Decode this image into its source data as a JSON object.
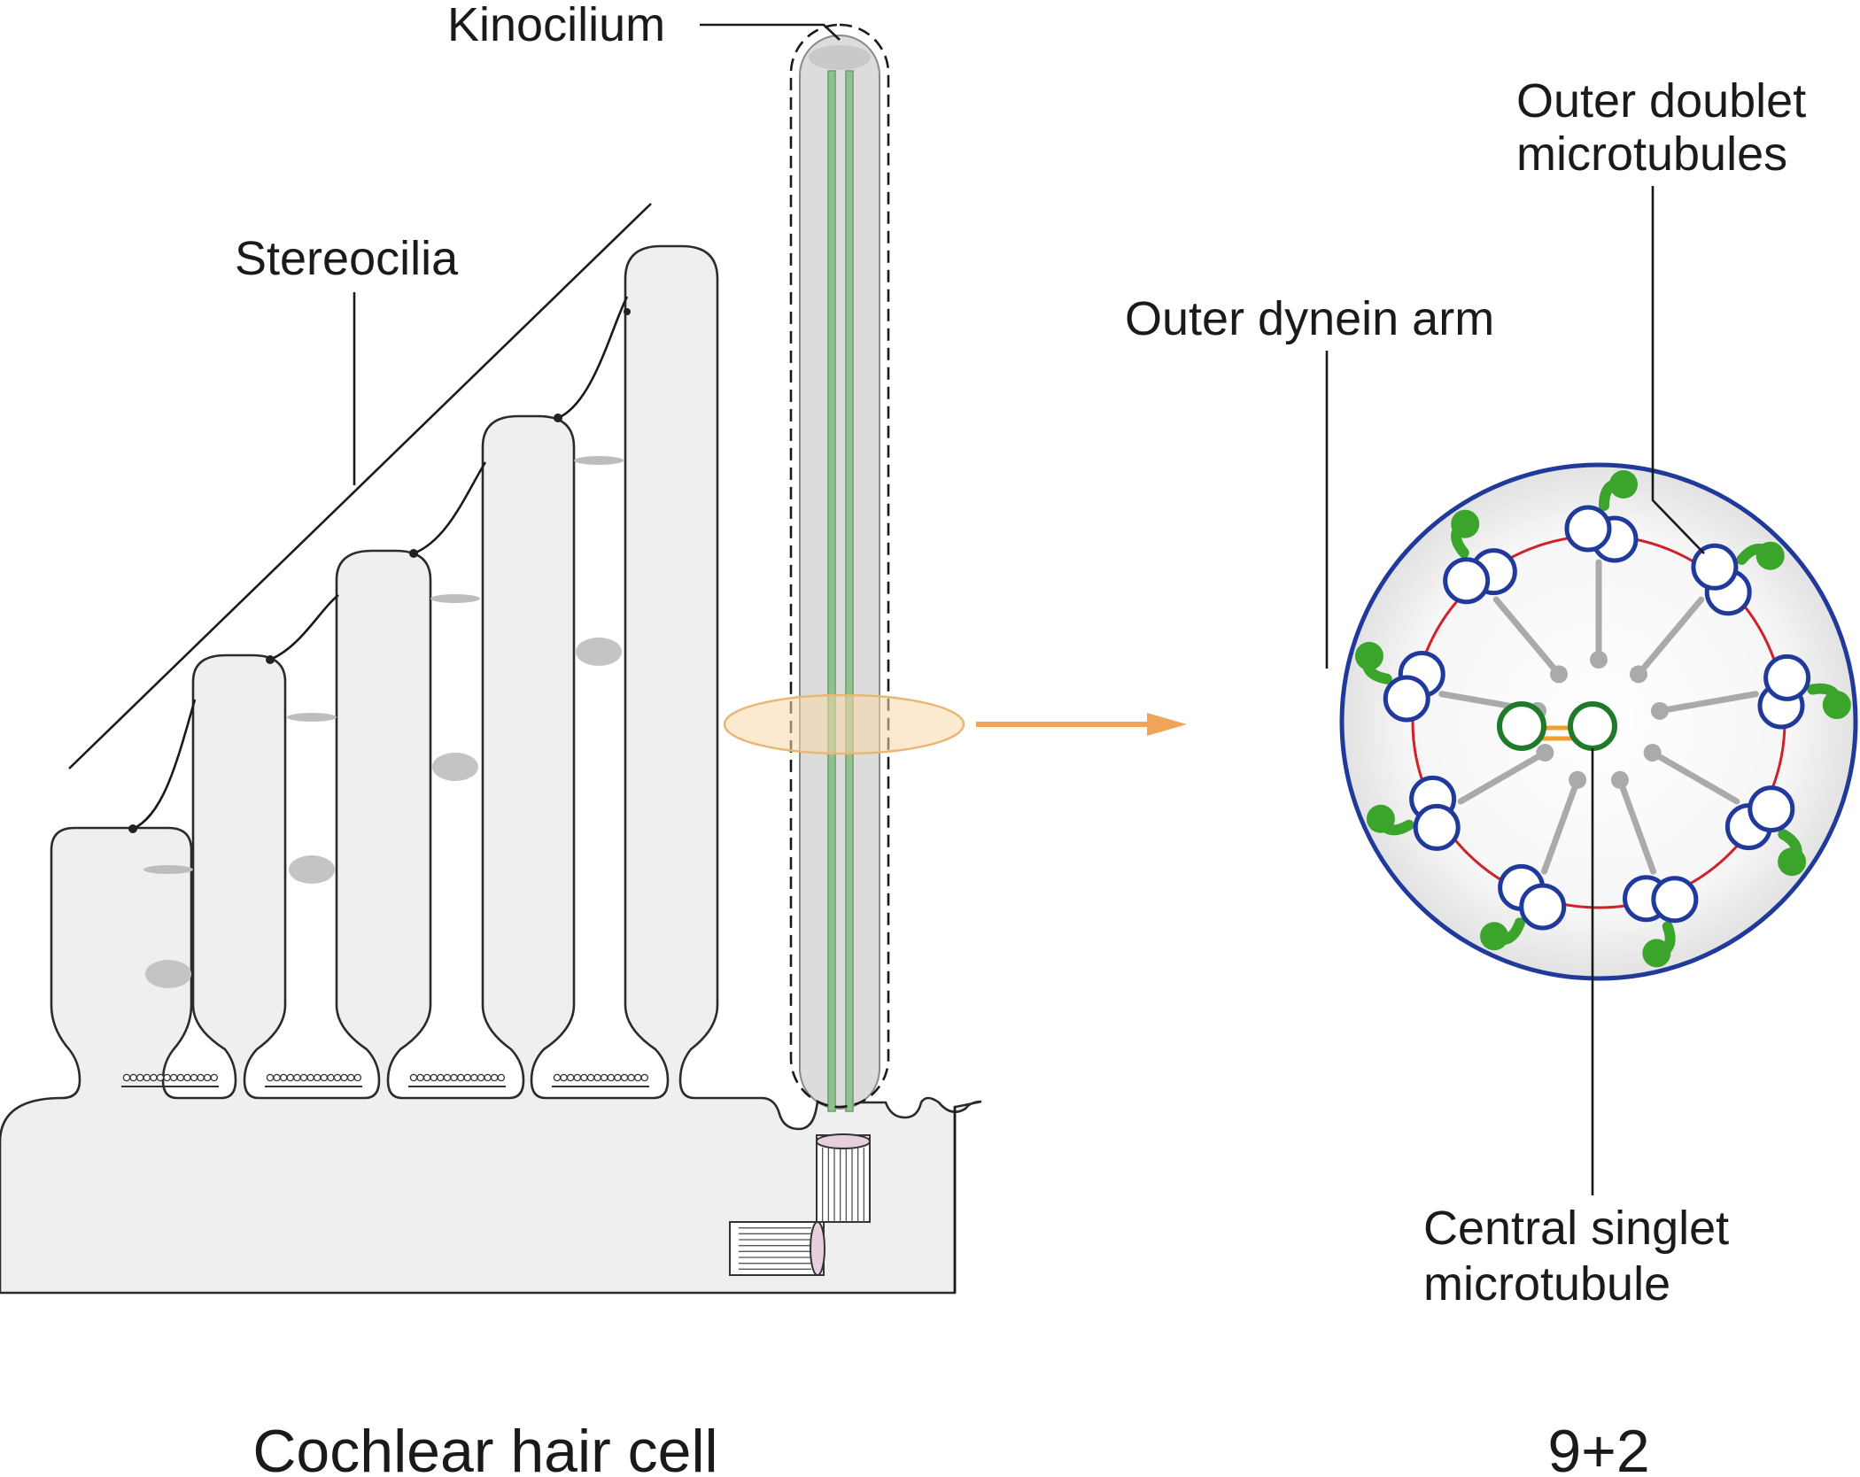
{
  "labels": {
    "kinocilium": "Kinocilium",
    "stereocilia": "Stereocilia",
    "outer_doublet_line1": "Outer doublet",
    "outer_doublet_line2": "microtubules",
    "outer_dynein_arm": "Outer dynein arm",
    "central_singlet_line1": "Central singlet",
    "central_singlet_line2": "microtubule"
  },
  "captions": {
    "left": "Cochlear hair cell",
    "right": "9+2"
  },
  "colors": {
    "cell_fill": "#efefef",
    "outline": "#2b2b2b",
    "kinocilium_core": "#8fc28f",
    "cross_section_highlight": "#f7d9a8",
    "arrow": "#f0a457",
    "axoneme_outline": "#1f3a9a",
    "ring_red": "#d0202a",
    "dynein_green": "#3aa52a",
    "central_green": "#1f7a2a",
    "central_bridge": "#f0a030",
    "spoke_gray": "#aaaaaa"
  },
  "axoneme": {
    "outer_doublet_count": 9,
    "central_singlet_count": 2
  }
}
